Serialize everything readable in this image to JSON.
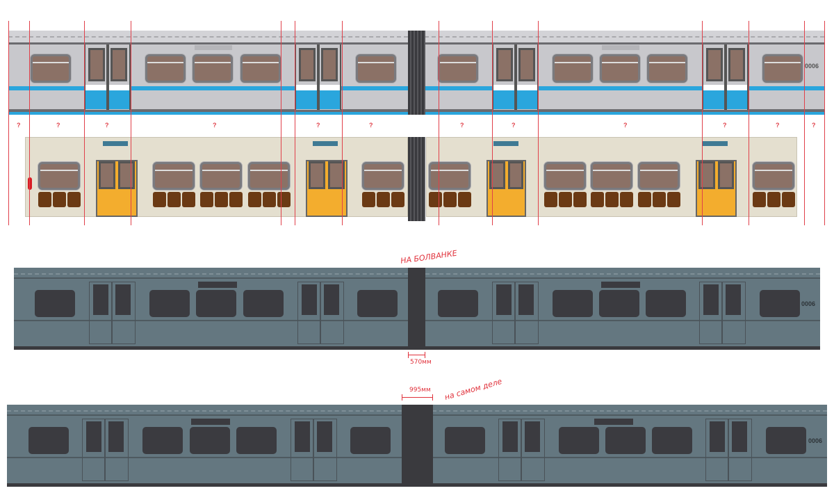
{
  "diagram": {
    "top_car": {
      "car_number": "0006"
    },
    "section_markers": [
      "?",
      "?",
      "?",
      "?",
      "?",
      "?",
      "?",
      "?",
      "?",
      "?",
      "?",
      "?"
    ],
    "mockup_car": {
      "car_number": "0006",
      "annotation": "НА БОЛВАНКЕ",
      "gap_label": "570мм"
    },
    "actual_car": {
      "car_number": "0006",
      "annotation": "на самом деле",
      "gap_label": "995мм"
    }
  },
  "colors": {
    "stripe": "#2aa6dd",
    "interior_door": "#f3ad2e",
    "accent_line": "#e0404a",
    "dark_body": "#647780"
  }
}
